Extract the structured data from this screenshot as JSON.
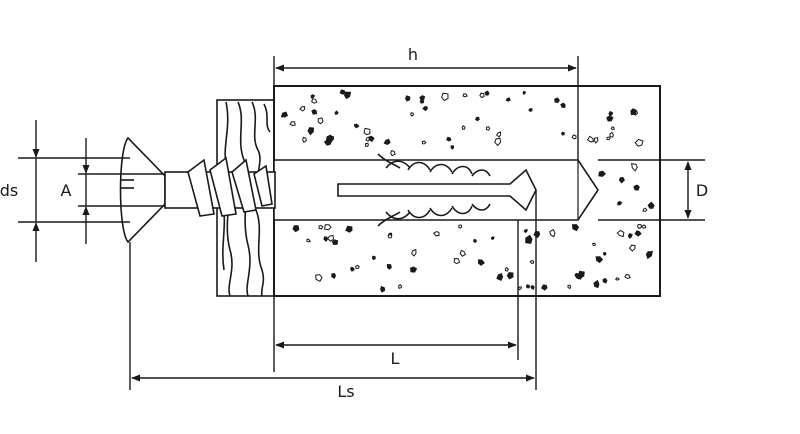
{
  "labels": {
    "h": "h",
    "d_s": "ds",
    "a": "A",
    "d": "D",
    "l": "L",
    "l_s": "Ls"
  },
  "colors": {
    "line": "#1a1a1a",
    "background": "#ffffff"
  }
}
